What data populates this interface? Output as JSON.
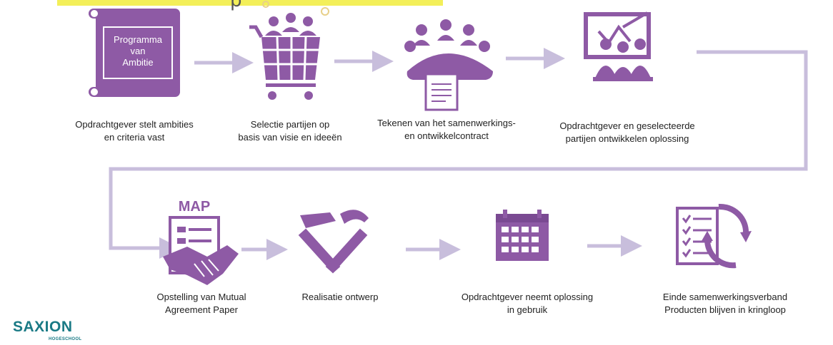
{
  "colors": {
    "accent": "#8e5aa5",
    "accent_dark": "#7a4a92",
    "arrow": "#c8bedc",
    "logo": "#1a7a85",
    "top_bar": "#f3ef59"
  },
  "steps": [
    {
      "icon": "scroll-icon",
      "icon_text": "Programma\nvan\nAmbitie",
      "caption": "Opdrachtgever stelt ambities\nen criteria vast"
    },
    {
      "icon": "shopping-cart-icon",
      "caption": "Selectie partijen op\nbasis van visie en ideeën"
    },
    {
      "icon": "meeting-contract-icon",
      "caption": "Tekenen van het samenwerkings-\nen  ontwikkelcontract"
    },
    {
      "icon": "presentation-team-icon",
      "caption": "Opdrachtgever en geselecteerde\npartijen ontwikkelen oplossing"
    },
    {
      "icon": "handshake-document-icon",
      "icon_text": "MAP",
      "caption": "Opstelling van Mutual\nAgreement Paper"
    },
    {
      "icon": "hammer-pick-icon",
      "caption": "Realisatie ontwerp"
    },
    {
      "icon": "calendar-icon",
      "caption": "Opdrachtgever neemt oplossing\nin gebruik"
    },
    {
      "icon": "checklist-cycle-icon",
      "caption": "Einde samenwerkingsverband\nProducten blijven in kringloop"
    }
  ],
  "logo": {
    "text": "SAXION",
    "subtext": "HOGESCHOOL"
  }
}
